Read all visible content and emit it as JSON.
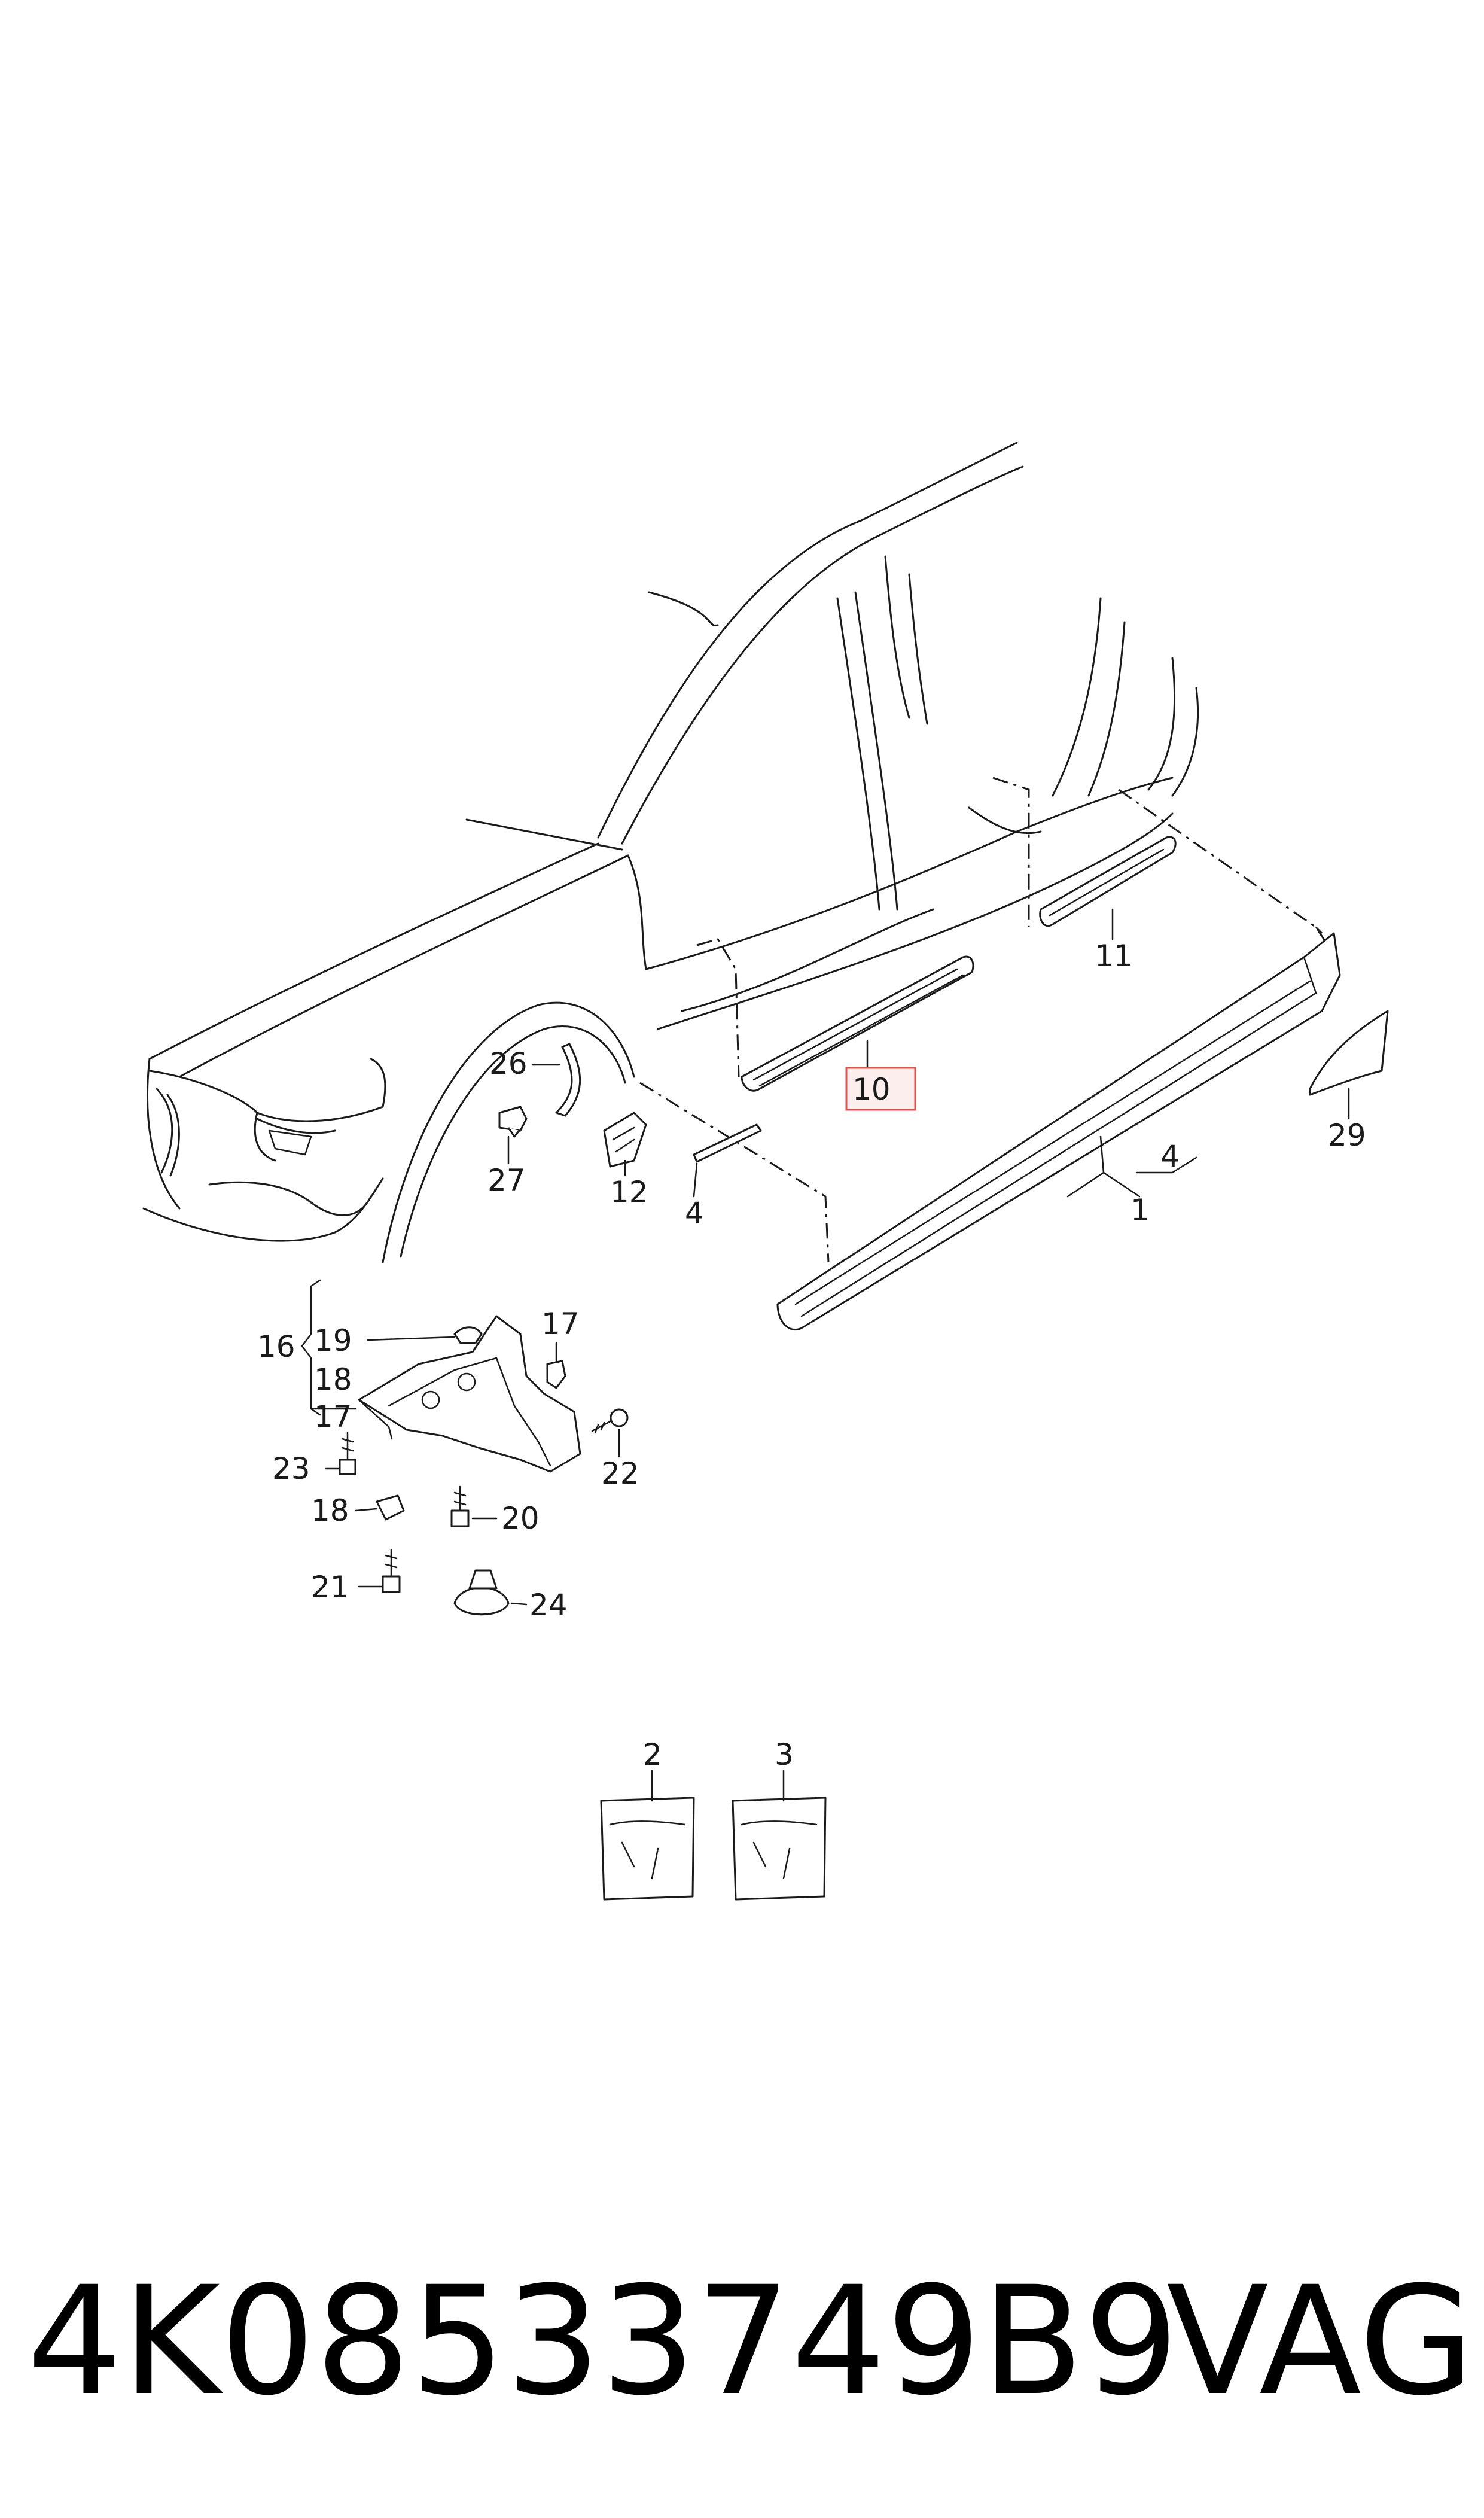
{
  "callouts": {
    "c1": "1",
    "c2": "2",
    "c3": "3",
    "c4a": "4",
    "c4b": "4",
    "c10": "10",
    "c11": "11",
    "c12": "12",
    "c16": "16",
    "c17a": "17",
    "c17b": "17",
    "c18a": "18",
    "c18b": "18",
    "c19": "19",
    "c20": "20",
    "c21": "21",
    "c22": "22",
    "c23": "23",
    "c24": "24",
    "c26": "26",
    "c27": "27",
    "c29": "29"
  },
  "highlighted_part": "10",
  "footer": {
    "part_number": "4K08533749B9",
    "brand": "VAG"
  }
}
